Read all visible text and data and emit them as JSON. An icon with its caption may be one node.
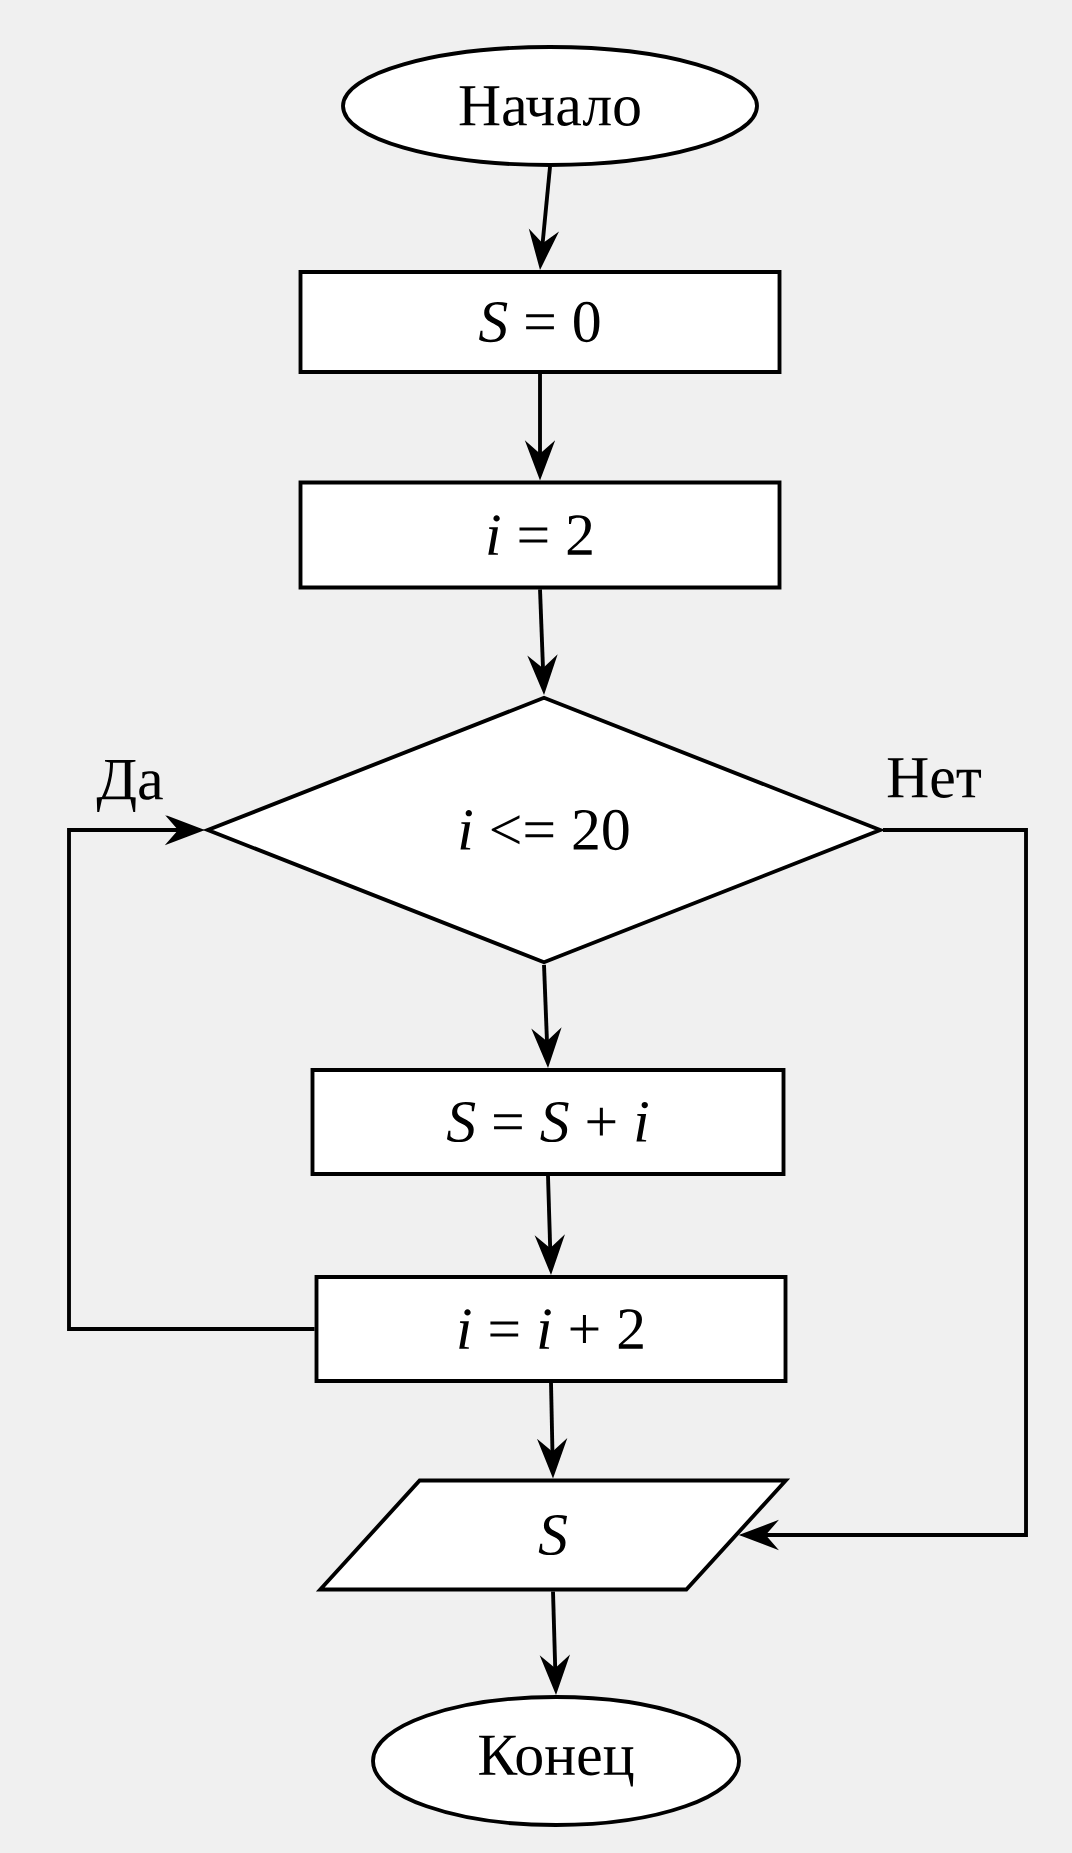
{
  "diagram": {
    "nodes": [
      {
        "text": [
          "Начало"
        ]
      },
      {
        "text": [
          "*S* = 0"
        ]
      },
      {
        "text": [
          "*i* = 2"
        ]
      },
      {
        "text": [
          "*i* <= 20"
        ]
      },
      {
        "text": [
          "*S* = *S* + *i*"
        ]
      },
      {
        "text": [
          "*i* = *i* + 2"
        ]
      },
      {
        "text": [
          "*S*"
        ]
      },
      {
        "text": [
          "Конец"
        ]
      }
    ],
    "edges": [
      {
        "from": 0,
        "to": 1,
        "arrow": "to"
      },
      {
        "from": 1,
        "to": 2,
        "arrow": "to"
      },
      {
        "from": 2,
        "to": 3,
        "arrow": "to"
      },
      {
        "from": 3,
        "to": 4,
        "arrow": "to"
      },
      {
        "from": 4,
        "to": 5,
        "arrow": "to"
      },
      {
        "from": 5,
        "to": 3,
        "arrow": "to",
        "label": "Да"
      },
      {
        "from": 5,
        "to": 6,
        "arrow": "to"
      },
      {
        "from": 3,
        "to": 6,
        "arrow": "to",
        "label": "Нет"
      },
      {
        "from": 6,
        "to": 7,
        "arrow": "to"
      }
    ]
  }
}
